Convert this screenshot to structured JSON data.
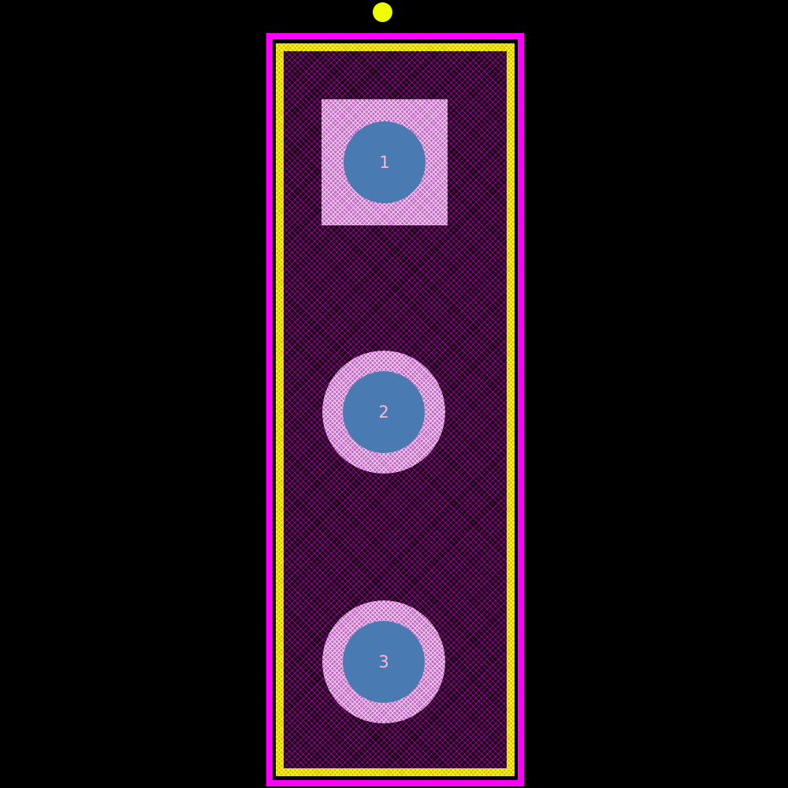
{
  "footprint": {
    "pin1_marker": {
      "present": true
    },
    "pads": [
      {
        "label": "1",
        "shape": "square",
        "hole": "round"
      },
      {
        "label": "2",
        "shape": "round",
        "hole": "round"
      },
      {
        "label": "3",
        "shape": "round",
        "hole": "round"
      }
    ],
    "colors": {
      "background": "#000000",
      "courtyard_outline": "#ff00ff",
      "silkscreen_hatch": "#f2e600",
      "body_hatch": "#ff00ff",
      "pad_hatch": "#e4a6e4",
      "drill_fill": "#4a7ab2",
      "pad_label_text": "#ffb9cc",
      "pin1_dot": "#f0ff00"
    }
  }
}
